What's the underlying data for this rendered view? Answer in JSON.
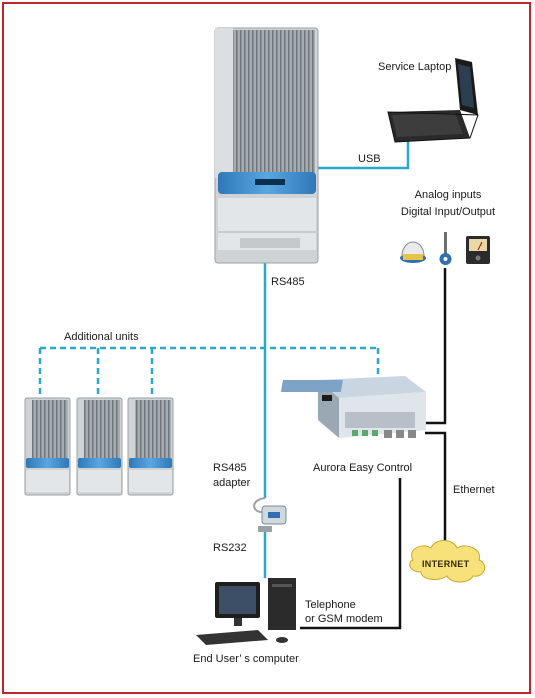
{
  "labels": {
    "service_laptop": "Service Laptop",
    "usb": "USB",
    "analog_inputs": "Analog inputs",
    "digital_io": "Digital Input/Output",
    "rs485": "RS485",
    "additional_units": "Additional units",
    "rs485_adapter_line1": "RS485",
    "rs485_adapter_line2": "adapter",
    "aurora_easy_control": "Aurora Easy Control",
    "ethernet": "Ethernet",
    "internet": "INTERNET",
    "rs232": "RS232",
    "telephone_line1": "Telephone",
    "telephone_line2": "or GSM modem",
    "end_user_computer": "End User’ s computer"
  },
  "colors": {
    "frame": "#c0272d",
    "cable": "#29a9c9",
    "wire": "#111111",
    "inverter_body": "#d9dcdf",
    "inverter_panel": "#3b8fd0",
    "cloud": "#f7e17a"
  },
  "icons": [
    "inverter-icon",
    "laptop-icon",
    "sensor-icon",
    "meter-icon",
    "controller-icon",
    "adapter-icon",
    "computer-icon",
    "cloud-icon"
  ]
}
